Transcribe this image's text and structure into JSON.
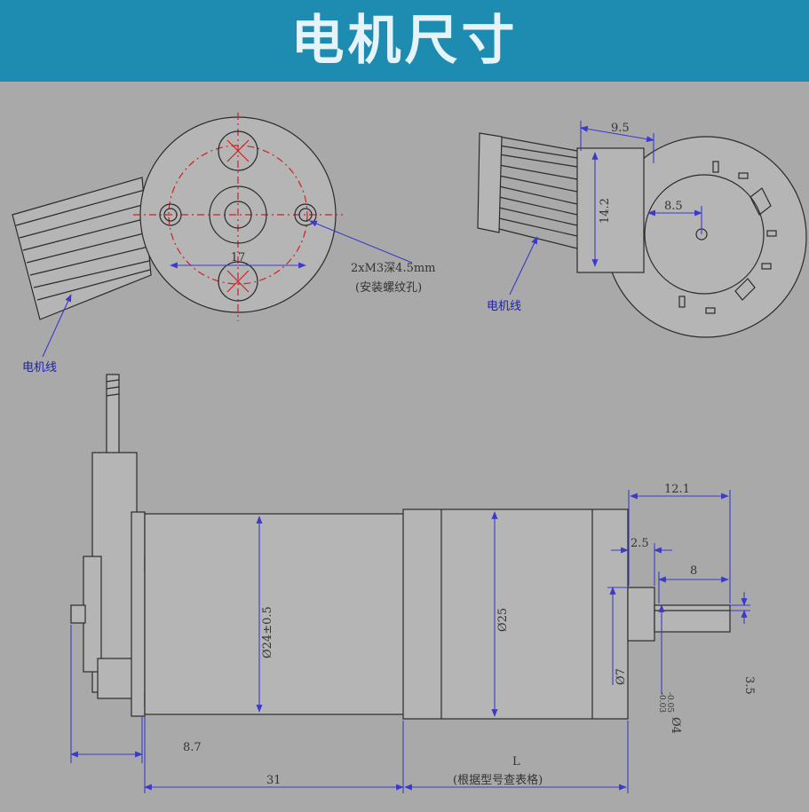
{
  "header": {
    "title": "电机尺寸"
  },
  "front_view": {
    "dim_hole_spacing": "17",
    "mount_hole_spec": "2xM3深4.5mm",
    "mount_hole_note": "(安装螺纹孔)",
    "wire_label": "电机线"
  },
  "rear_view": {
    "dim_width": "9.5",
    "dim_height": "14.2",
    "dim_offset": "8.5",
    "wire_label": "电机线"
  },
  "side_view": {
    "dim_shaft_total": "12.1",
    "dim_boss": "2.5",
    "dim_shaft_len": "8",
    "dim_motor_dia": "Ø24±0.5",
    "dim_gear_dia": "Ø25",
    "dim_boss_dia": "Ø7",
    "dim_shaft_dia": "Ø4",
    "dim_shaft_tol_upper": "-0.03",
    "dim_shaft_tol_lower": "-0.05",
    "dim_flat": "3.5",
    "dim_rear": "8.7",
    "dim_motor_len": "31",
    "dim_gear_len": "L",
    "dim_gear_len_note": "(根据型号查表格)"
  }
}
